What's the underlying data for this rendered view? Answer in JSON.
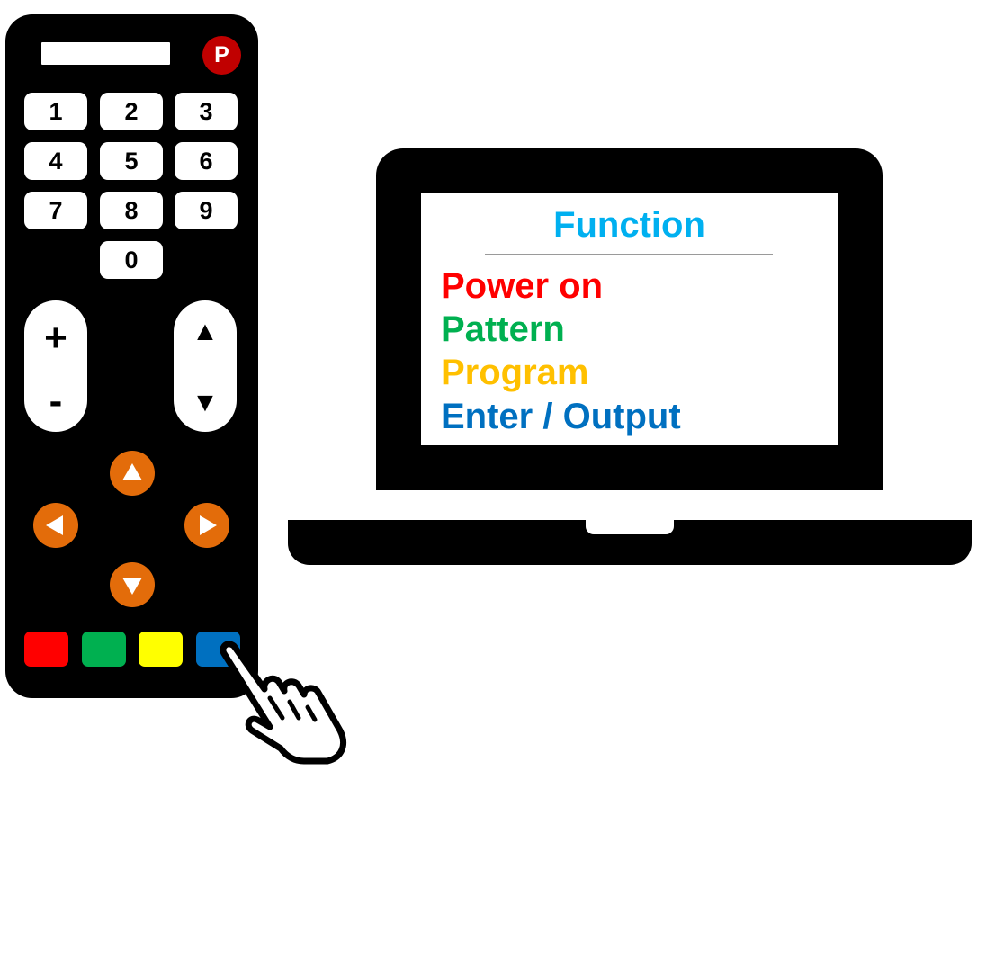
{
  "remote": {
    "power_label": "P",
    "digits": [
      "1",
      "2",
      "3",
      "4",
      "5",
      "6",
      "7",
      "8",
      "9",
      "0"
    ],
    "volume_plus": "+",
    "volume_minus": "-",
    "channel_up": "▲",
    "channel_down": "▼",
    "colors": {
      "body": "#000000",
      "power": "#c00000",
      "dpad": "#e36c0a",
      "red_button": "#ff0000",
      "green_button": "#00b050",
      "yellow_button": "#ffff00",
      "blue_button": "#0070c0"
    }
  },
  "screen": {
    "title": "Function",
    "items": [
      "Power on",
      "Pattern",
      "Program",
      "Enter / Output"
    ],
    "colors": {
      "title": "#00b0f0",
      "power_on": "#ff0000",
      "pattern": "#00b050",
      "program": "#ffc000",
      "enter_output": "#0070c0"
    }
  },
  "icons": {
    "pointer": "hand-pointer-icon"
  }
}
